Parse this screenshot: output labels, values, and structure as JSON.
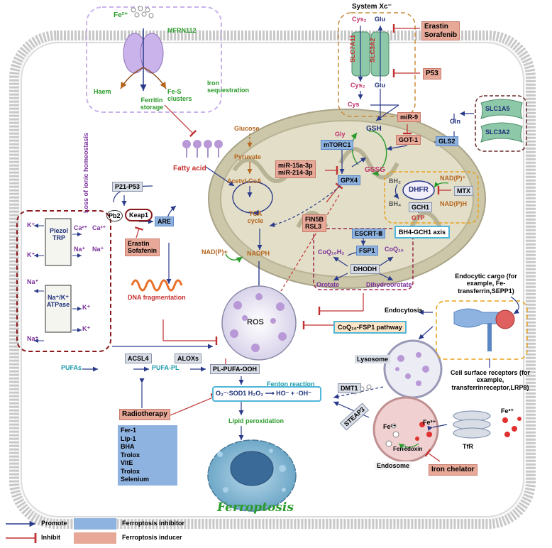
{
  "colors": {
    "promote": "#2a3a8a",
    "inhibit": "#c03030",
    "inhibitor_fill": "#8fb3e0",
    "inducer_fill": "#e8a898",
    "membrane": "#c8c8c8",
    "mito": "#ccc7a8"
  },
  "iron": {
    "fe2": "Fe²⁺",
    "mfrn": "MFRN112",
    "haem": "Haem",
    "ferritin": "Ferritin storage",
    "fes": "Fe-S clusters",
    "sequestration": "Iron sequestration"
  },
  "system_xc": {
    "title": "System Xc⁻",
    "cys2_top": "Cys₂",
    "glu_top": "Glu",
    "slc7a11": "SLC7A11",
    "slc3a2": "SLC3A2",
    "cys2_bottom": "Cys₂",
    "glu_bottom": "Glu",
    "cys": "Cys",
    "gsh": "GSH",
    "gssg": "GSSG"
  },
  "xc_inhibitors": {
    "erastin": "Erastin",
    "sorafenib": "Sorafenib",
    "p53": "P53"
  },
  "glutamine": {
    "mir9": "miR-9",
    "got1": "GOT-1",
    "gls2": "GLS2",
    "gln": "Gln",
    "slc1a5": "SLC1A5",
    "slc3a2": "SLC3A2"
  },
  "metabolism": {
    "glucose": "Glucose",
    "pyruvate": "Pyruvate",
    "acetyl": "Acetyl-CoA",
    "tca": "TCA cycle",
    "nadp": "NAD(P)+",
    "nadph": "NADPH",
    "fatty_acid": "Fatty acid"
  },
  "mito_items": {
    "gly": "Gly",
    "mtorc1": "mTORC1",
    "mir1": "miR-15a-3p",
    "mir2": "miR-214-3p",
    "gpx4": "GPX4",
    "fin56": "FIN5B",
    "rsl3": "RSL3",
    "escrt": "ESCRT-Ⅲ",
    "fsp1": "FSP1",
    "coq10h2": "CoQ₁₀H₂",
    "coq10": "CoQ₁₀",
    "dhodh": "DHODH",
    "orotate": "Orotate",
    "dihydroorotate": "Dihydroorotate"
  },
  "bh4": {
    "bh2": "BH₂",
    "bh4": "BH₄",
    "dhfr": "DHFR",
    "gch1": "GCH1",
    "gtp": "GTP",
    "nadp": "NAD(P)⁺",
    "mtx": "MTX",
    "nadph": "NAD(P)H",
    "axis": "BH4-GCH1 axis"
  },
  "coq_pathway": "CoQ₁₀-FSP1 pathway",
  "nrf": {
    "p21": "P21-P53",
    "keap1": "Keap1",
    "pb2": "Pb2",
    "are": "ARE",
    "erastin": "Erastin",
    "sorafenib": "Sofafenin",
    "dna": "DNA fragmentation"
  },
  "ion": {
    "loss": "Loss of ionic homeostasis",
    "piezo": "Piezol TRP",
    "atpase": "Na⁺/K⁺ ATPase",
    "k": "K⁺",
    "na": "Na⁺",
    "ca": "Ca²⁺"
  },
  "ros": "ROS",
  "lipid": {
    "pufas": "PUFAs",
    "acsl4": "ACSL4",
    "pufa_pl": "PUFA-PL",
    "aloxs": "ALOXs",
    "pl_ooh": "PL-PUFA-OOH",
    "fenton": "Fenton  reaction",
    "reaction": "O₂⁻·SOD1 H₂O₂ ⟶ HO⁻ + ·OH⁻",
    "peroxidation": "Lipid peroxidation",
    "ferroptosis": "Ferroptosis"
  },
  "radiotherapy": "Radiotherapy",
  "inhibitors_list": [
    "Fer-1",
    "Lip-1",
    "BHA",
    "Trolox",
    "VitE",
    "Trolox",
    "Selenium"
  ],
  "transport": {
    "dmt1": "DMT1",
    "steap3": "STEAP3",
    "lysosome": "Lysosome",
    "endocytosis": "Endocytosis",
    "cargo": "Endocytic cargo (for example, Fe-transferrin,SEPP1)",
    "receptors": "Cell surface receptors (for example, transferrinreceptor,LRP8)",
    "tfr": "TfR",
    "fe3": "Fe³⁺",
    "fe2": "Fe²⁺",
    "fe3b": "Fe³⁺",
    "ferredoxin": "Ferredoxin",
    "endosome": "Endosome",
    "chelator": "Iron chelator"
  },
  "legend": {
    "promote": "Promote",
    "inhibit": "Inhibit",
    "inhibitor": "Ferroptosis inhibitor",
    "inducer": "Ferroptosis inducer"
  }
}
